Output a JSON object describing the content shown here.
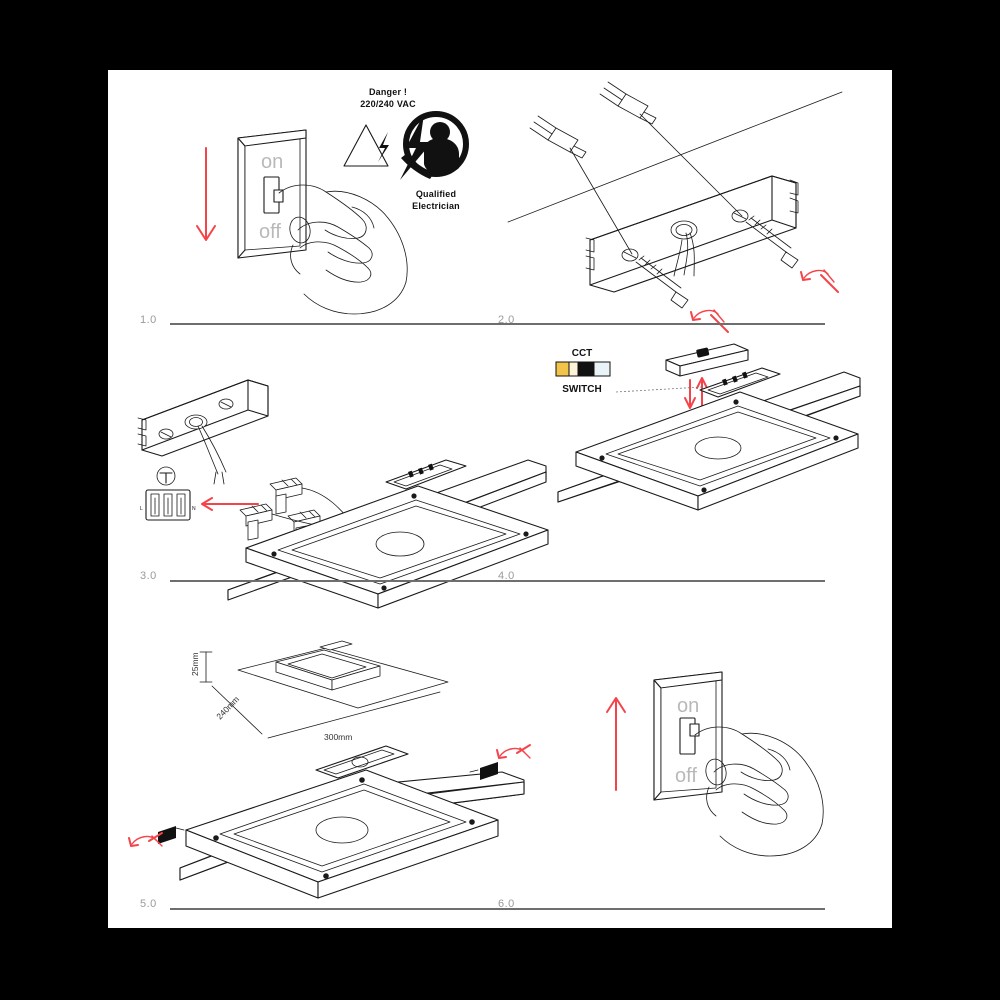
{
  "document": {
    "type": "installation-instruction-sheet",
    "page_background": "#000000",
    "sheet_background": "#ffffff",
    "accent_red": "#f4444a",
    "line_color": "#1a1a1a",
    "step_label_color": "#9a9a9a"
  },
  "steps": [
    {
      "id": "1.0",
      "label": "1.0",
      "name": "turn-off-power",
      "switch": {
        "on_label": "on",
        "off_label": "off",
        "position": "off"
      },
      "arrow_direction": "down",
      "warning": {
        "title": "Danger !",
        "voltage": "220/240 VAC",
        "icons": [
          "electric-shock-triangle-icon",
          "qualified-electrician-icon"
        ],
        "caption_line1": "Qualified",
        "caption_line2": "Electrician"
      }
    },
    {
      "id": "2.0",
      "label": "2.0",
      "name": "mount-bracket-to-ceiling",
      "parts": [
        "mounting-bracket",
        "wall-plug-anchor",
        "wall-plug-anchor",
        "screw",
        "screw"
      ],
      "rotation_arrows": 2
    },
    {
      "id": "3.0",
      "label": "3.0",
      "name": "connect-wiring",
      "terminal_block": {
        "live_label": "L",
        "neutral_label": "N"
      },
      "tool_icon": "screwdriver-icon",
      "connectors": 3,
      "arrow_direction": "left"
    },
    {
      "id": "4.0",
      "label": "4.0",
      "name": "set-cct-switch",
      "legend": {
        "top_label": "CCT",
        "bottom_label": "SWITCH"
      },
      "swatch_colors": [
        "#f3c44a",
        "#fdf4d8",
        "#111111",
        "#e9f2f7"
      ],
      "arrow_direction": "up-down"
    },
    {
      "id": "5.0",
      "label": "5.0",
      "name": "secure-fixture-grub-screws",
      "dimensions": {
        "height": "25mm",
        "depth": "240mm",
        "width": "300mm"
      },
      "rotation_arrows": 2
    },
    {
      "id": "6.0",
      "label": "6.0",
      "name": "restore-power",
      "switch": {
        "on_label": "on",
        "off_label": "off",
        "position": "on"
      },
      "arrow_direction": "up"
    }
  ]
}
